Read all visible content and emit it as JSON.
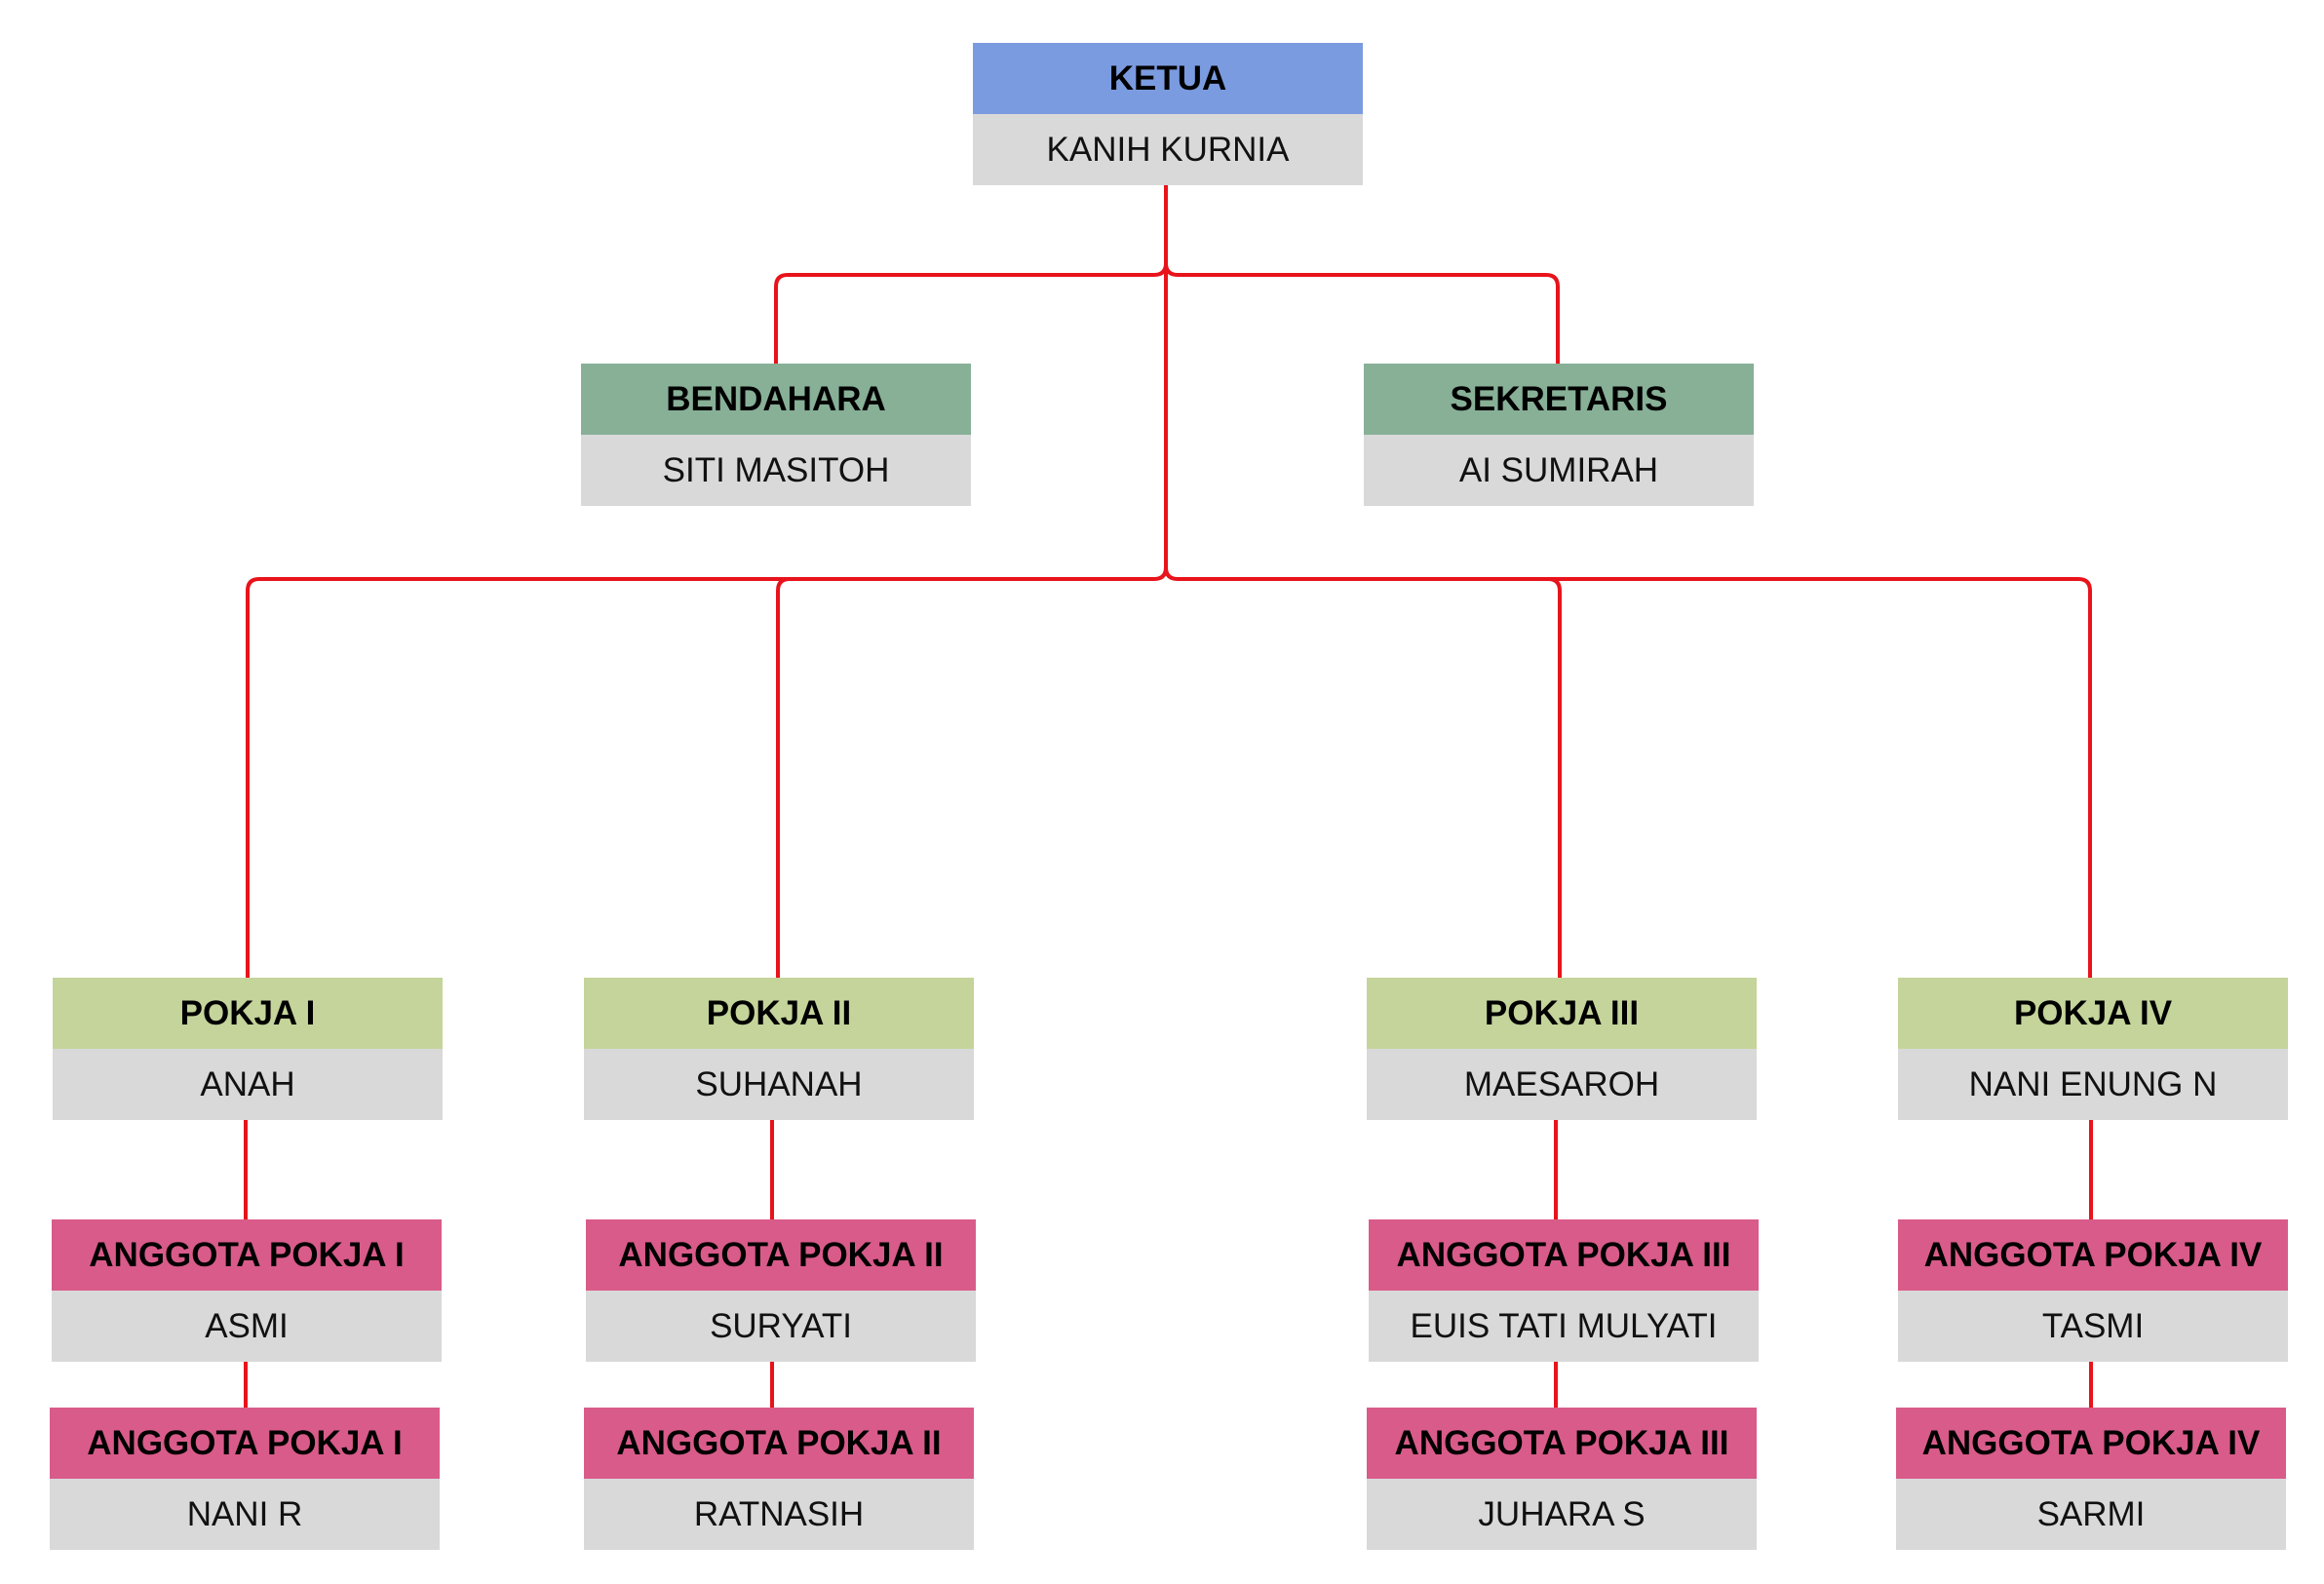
{
  "colors": {
    "connector": "#e8131b",
    "ketua": "#7b9be0",
    "officer": "#87b097",
    "pokja": "#c4d49a",
    "anggota": "#d95b8a",
    "name_bg": "#d9d9d9"
  },
  "nodes": {
    "ketua": {
      "role": "KETUA",
      "name": "KANIH KURNIA"
    },
    "bendahara": {
      "role": "BENDAHARA",
      "name": "SITI MASITOH"
    },
    "sekretaris": {
      "role": "SEKRETARIS",
      "name": "AI SUMIRAH"
    },
    "pokja1": {
      "role": "POKJA I",
      "name": "ANAH"
    },
    "pokja2": {
      "role": "POKJA II",
      "name": "SUHANAH"
    },
    "pokja3": {
      "role": "POKJA III",
      "name": "MAESAROH"
    },
    "pokja4": {
      "role": "POKJA IV",
      "name": "NANI ENUNG N"
    },
    "anggota1a": {
      "role": "ANGGOTA POKJA I",
      "name": "ASMI"
    },
    "anggota1b": {
      "role": "ANGGOTA POKJA I",
      "name": "NANI R"
    },
    "anggota2a": {
      "role": "ANGGOTA POKJA II",
      "name": "SURYATI"
    },
    "anggota2b": {
      "role": "ANGGOTA POKJA II",
      "name": "RATNASIH"
    },
    "anggota3a": {
      "role": "ANGGOTA POKJA III",
      "name": "EUIS TATI MULYATI"
    },
    "anggota3b": {
      "role": "ANGGOTA POKJA III",
      "name": "JUHARA S"
    },
    "anggota4a": {
      "role": "ANGGOTA POKJA IV",
      "name": "TASMI"
    },
    "anggota4b": {
      "role": "ANGGOTA POKJA IV",
      "name": "SARMI"
    }
  }
}
